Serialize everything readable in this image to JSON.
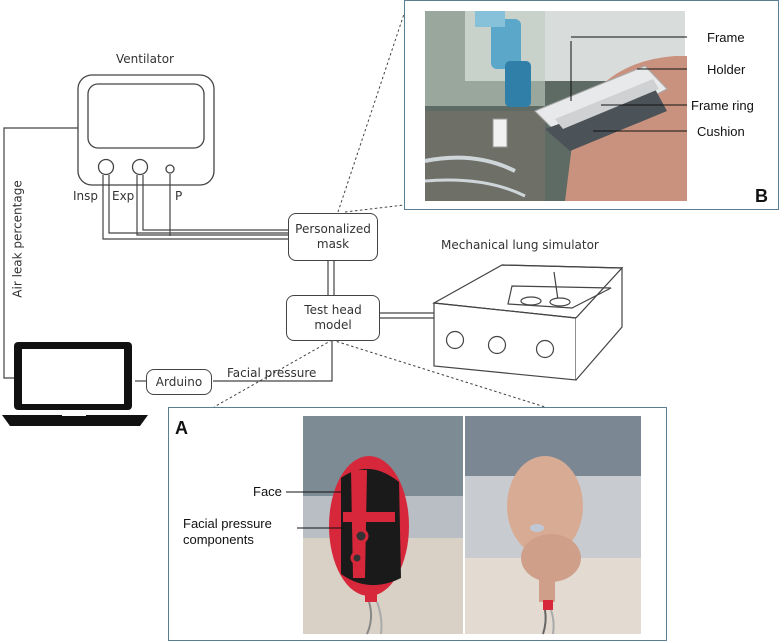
{
  "diagram": {
    "ventilator": {
      "title": "Ventilator",
      "ports": [
        "Insp",
        "Exp",
        "P"
      ]
    },
    "air_leak_label": "Air leak percentage",
    "personalized_mask_label": "Personalized\nmask",
    "mechanical_lung_label": "Mechanical lung simulator",
    "test_head_label": "Test head\nmodel",
    "arduino_label": "Arduino",
    "facial_pressure_label": "Facial pressure"
  },
  "panel_a": {
    "letter": "A",
    "face_label": "Face",
    "facial_pressure_components_label": "Facial pressure\ncomponents"
  },
  "panel_b": {
    "letter": "B",
    "labels": [
      "Frame",
      "Holder",
      "Frame ring",
      "Cushion"
    ]
  },
  "colors": {
    "panel_border": "#5a7f95",
    "line": "#444444",
    "mask_red": "#d6283a"
  }
}
